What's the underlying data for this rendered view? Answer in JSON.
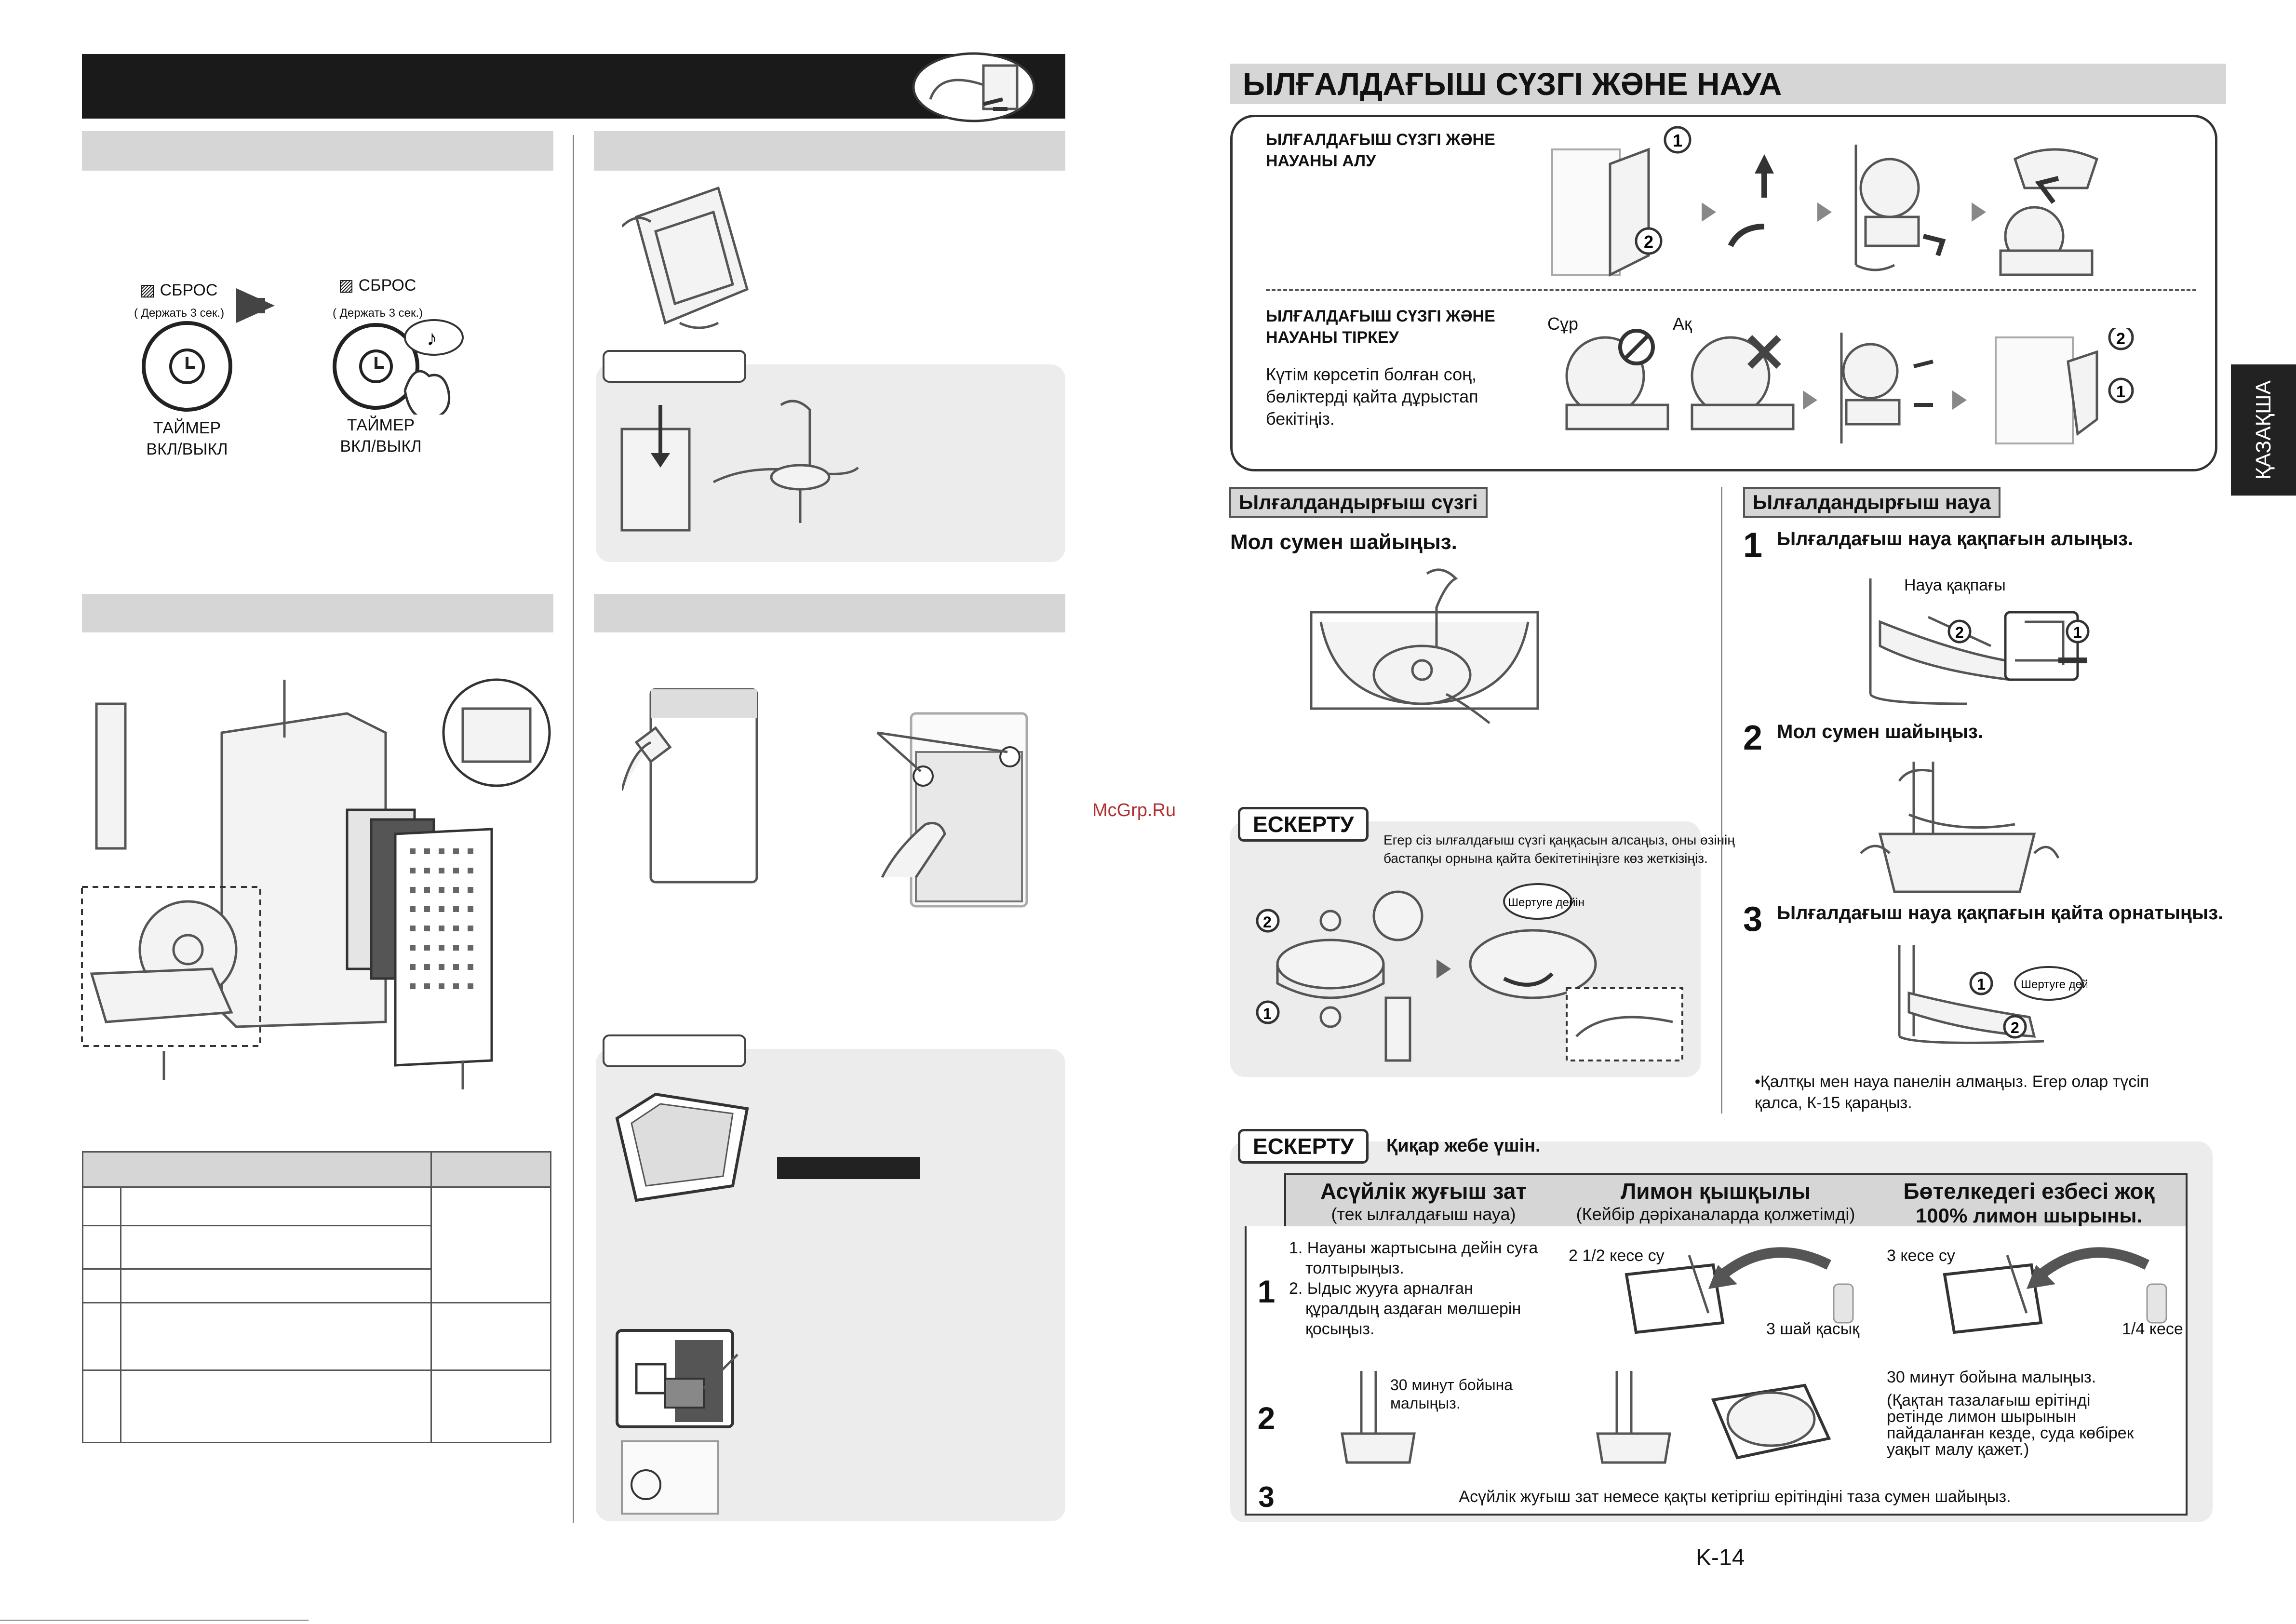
{
  "left": {
    "timer_panel": {
      "reset_label": "СБРОС",
      "hold_label": "( Держать 3 сек.)",
      "timer_label_line1": "ТАЙМЕР",
      "timer_label_line2": "ВКЛ/ВЫКЛ"
    },
    "watermark": "McGrp.Ru"
  },
  "right": {
    "title": "ЫЛҒАЛДАҒЫШ СҮЗГІ ЖӘНЕ НАУА",
    "side_tab": "ҚАЗАҚША",
    "removal": {
      "heading_line1": "ЫЛҒАЛДАҒЫШ СҮЗГІ ЖӘНЕ",
      "heading_line2": "НАУАНЫ АЛУ"
    },
    "attach": {
      "heading_line1": "ЫЛҒАЛДАҒЫШ СҮЗГІ ЖӘНЕ",
      "heading_line2": "НАУАНЫ ТІРКЕУ",
      "desc_line1": "Күтім көрсетіп болған соң,",
      "desc_line2": "бөліктерді қайта дұрыстап",
      "desc_line3": "бекітіңіз.",
      "gray_label": "Сұр",
      "white_label": "Ақ"
    },
    "filter_section": {
      "tag": "Ылғалдандырғыш сүзгі",
      "instruction": "Мол сумен шайыңыз."
    },
    "warning1": {
      "tag": "ЕСКЕРТУ",
      "text_line1": "Егер сіз ылғалдағыш сүзгі қаңқасын алсаңыз, оны өзінің",
      "text_line2": "бастапқы орнына қайта бекітетініңізге көз жеткізіңіз.",
      "click_label": "Шертуге дейін"
    },
    "tray_section": {
      "tag": "Ылғалдандырғыш науа",
      "steps": [
        {
          "num": "1",
          "text": "Ылғалдағыш науа қақпағын алыңыз."
        },
        {
          "num": "2",
          "text": "Мол сумен шайыңыз."
        },
        {
          "num": "3",
          "text": "Ылғалдағыш науа қақпағын қайта орнатыңыз."
        }
      ],
      "cover_label": "Науа қақпағы",
      "click_label": "Шертуге дейін",
      "note_line1": "•Қалтқы мен науа панелін алмаңыз. Егер олар түсіп",
      "note_line2": "қалса, К-15 қараңыз."
    },
    "warning2": {
      "tag": "ЕСКЕРТУ",
      "subtitle": "Қиқар жебе үшін.",
      "columns": [
        {
          "title": "Асүйлік жуғыш зат",
          "sub": "(тек ылғалдағыш науа)"
        },
        {
          "title": "Лимон қышқылы",
          "sub": "(Кейбір дәріханаларда қолжетімді)"
        },
        {
          "title": "Бөтелкедегі езбесі жоқ",
          "sub": "100% лимон шырыны."
        }
      ],
      "row1": {
        "num": "1",
        "c1_line1": "1. Науаны жартысына дейін суға",
        "c1_line2": "толтырыңыз.",
        "c1_line3": "2. Ыдыс жууға арналған",
        "c1_line4": "құралдың аздаған мөлшерін",
        "c1_line5": "қосыңыз.",
        "c2_water": "2 1/2 кесе су",
        "c2_acid": "3 шай қасық",
        "c3_water": "3 кесе су",
        "c3_juice": "1/4 кесе"
      },
      "row2": {
        "num": "2",
        "c1_line1": "30 минут бойына",
        "c1_line2": "малыңыз.",
        "c3_line1": "30 минут бойына малыңыз.",
        "c3_line2": "(Қақтан тазалағыш ерітінді",
        "c3_line3": "ретінде лимон шырынын",
        "c3_line4": "пайдаланған кезде, суда көбірек",
        "c3_line5": "уақыт малу қажет.)"
      },
      "row3": {
        "num": "3",
        "text": "Асүйлік жуғыш зат немесе қақты кетіргіш ерітіндіні таза сумен шайыңыз."
      }
    },
    "page_number": "K-14"
  }
}
